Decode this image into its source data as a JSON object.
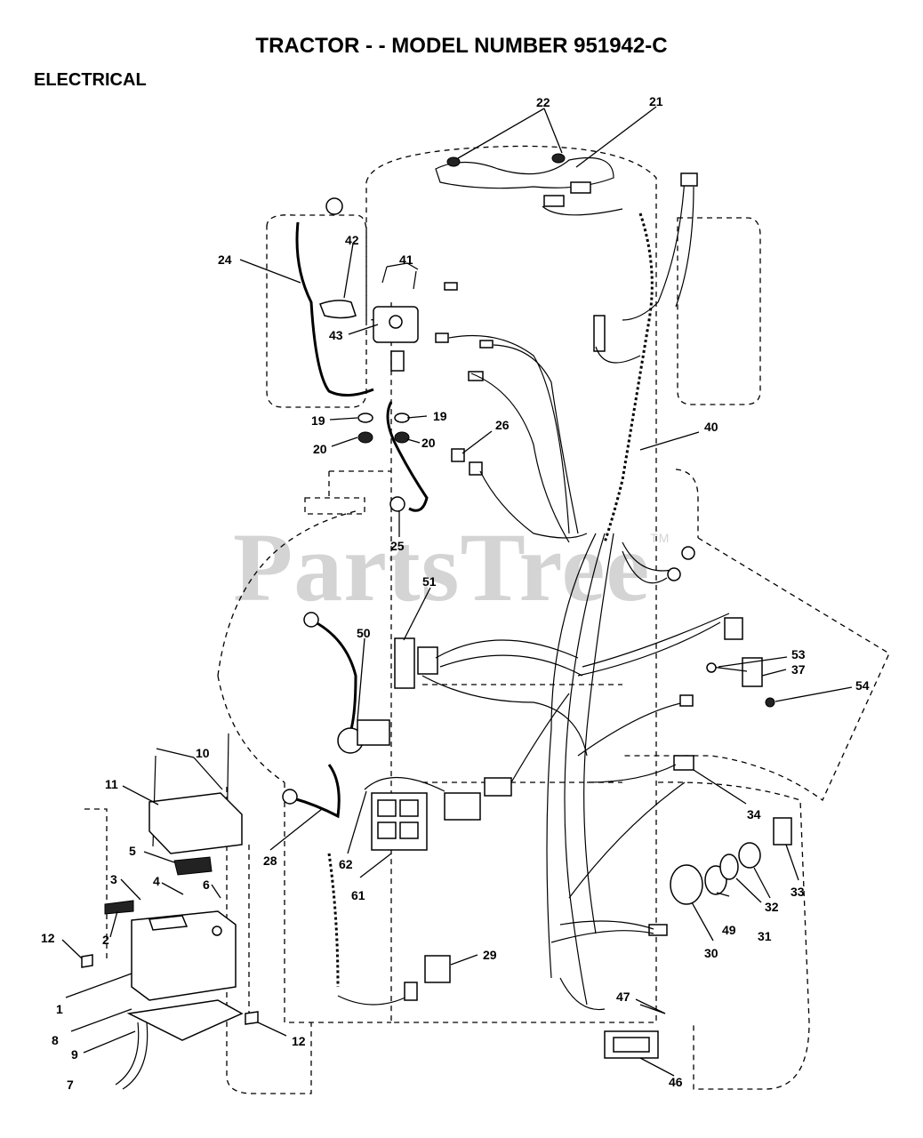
{
  "header": {
    "title": "TRACTOR - - MODEL NUMBER 951942-C",
    "section": "ELECTRICAL"
  },
  "watermark": {
    "text": "PartsTree",
    "trademark": "TM"
  },
  "callouts": [
    {
      "id": "c-22",
      "label": "22"
    },
    {
      "id": "c-21",
      "label": "21"
    },
    {
      "id": "c-24",
      "label": "24"
    },
    {
      "id": "c-42",
      "label": "42"
    },
    {
      "id": "c-41",
      "label": "41"
    },
    {
      "id": "c-43",
      "label": "43"
    },
    {
      "id": "c-19a",
      "label": "19"
    },
    {
      "id": "c-19b",
      "label": "19"
    },
    {
      "id": "c-20a",
      "label": "20"
    },
    {
      "id": "c-20b",
      "label": "20"
    },
    {
      "id": "c-26",
      "label": "26"
    },
    {
      "id": "c-40",
      "label": "40"
    },
    {
      "id": "c-25",
      "label": "25"
    },
    {
      "id": "c-51",
      "label": "51"
    },
    {
      "id": "c-50",
      "label": "50"
    },
    {
      "id": "c-53",
      "label": "53"
    },
    {
      "id": "c-37",
      "label": "37"
    },
    {
      "id": "c-54",
      "label": "54"
    },
    {
      "id": "c-10",
      "label": "10"
    },
    {
      "id": "c-11",
      "label": "11"
    },
    {
      "id": "c-5",
      "label": "5"
    },
    {
      "id": "c-3",
      "label": "3"
    },
    {
      "id": "c-4",
      "label": "4"
    },
    {
      "id": "c-6",
      "label": "6"
    },
    {
      "id": "c-12a",
      "label": "12"
    },
    {
      "id": "c-2",
      "label": "2"
    },
    {
      "id": "c-1",
      "label": "1"
    },
    {
      "id": "c-8",
      "label": "8"
    },
    {
      "id": "c-9",
      "label": "9"
    },
    {
      "id": "c-7",
      "label": "7"
    },
    {
      "id": "c-12b",
      "label": "12"
    },
    {
      "id": "c-28",
      "label": "28"
    },
    {
      "id": "c-62",
      "label": "62"
    },
    {
      "id": "c-61",
      "label": "61"
    },
    {
      "id": "c-29",
      "label": "29"
    },
    {
      "id": "c-34",
      "label": "34"
    },
    {
      "id": "c-33",
      "label": "33"
    },
    {
      "id": "c-32",
      "label": "32"
    },
    {
      "id": "c-31",
      "label": "31"
    },
    {
      "id": "c-49",
      "label": "49"
    },
    {
      "id": "c-30",
      "label": "30"
    },
    {
      "id": "c-47",
      "label": "47"
    },
    {
      "id": "c-46",
      "label": "46"
    }
  ]
}
